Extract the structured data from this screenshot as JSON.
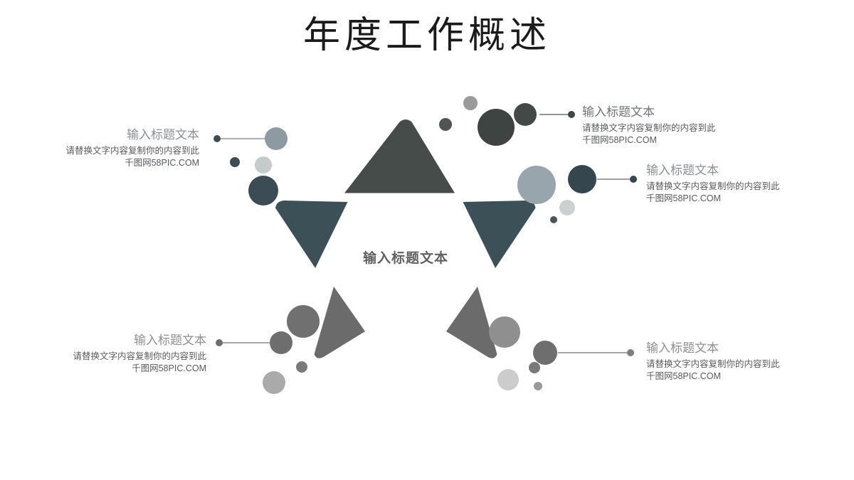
{
  "slide": {
    "background_color": "#ffffff",
    "title": "年度工作概述"
  },
  "center": {
    "label": "输入标题文本",
    "color": "#606060"
  },
  "callouts": [
    {
      "id": "top-left",
      "title": "输入标题文本",
      "line1": "请替换文字内容复制你的内容到此",
      "line2": "千图网58PIC.COM",
      "align": "right",
      "accent_color": "#8e9aa2"
    },
    {
      "id": "top-right",
      "title": "输入标题文本",
      "line1": "请替换文字内容复制你的内容到此",
      "line2": "千图网58PIC.COM",
      "align": "left",
      "accent_color": "#4a5250"
    },
    {
      "id": "mid-right",
      "title": "输入标题文本",
      "line1": "请替换文字内容复制你的内容到此",
      "line2": "千图网58PIC.COM",
      "align": "left",
      "accent_color": "#36464f"
    },
    {
      "id": "bottom-left",
      "title": "输入标题文本",
      "line1": "请替换文字内容复制你的内容到此",
      "line2": "千图网58PIC.COM",
      "align": "right",
      "accent_color": "#6e6e6e"
    },
    {
      "id": "bottom-right",
      "title": "输入标题文本",
      "line1": "请替换文字内容复制你的内容到此",
      "line2": "千图网58PIC.COM",
      "align": "left",
      "accent_color": "#6e6e6e"
    }
  ],
  "star": {
    "petals": [
      {
        "name": "top",
        "color": "#454c4a"
      },
      {
        "name": "upper-left",
        "color": "#3c5058"
      },
      {
        "name": "upper-right",
        "color": "#3c5058"
      },
      {
        "name": "lower-left",
        "color": "#6b6b6b"
      },
      {
        "name": "lower-right",
        "color": "#6b6b6b"
      }
    ]
  },
  "decor": {
    "circle_colors": [
      "#3d4442",
      "#4e5553",
      "#9a9a9a",
      "#99a5ad",
      "#cdd0d1",
      "#36464f",
      "#8e9aa2",
      "#c5cacb",
      "#3b4c55",
      "#707070",
      "#6e6e6e",
      "#aaaaaa",
      "#8f8f8f"
    ],
    "connector_line_color": "#6f7478"
  }
}
